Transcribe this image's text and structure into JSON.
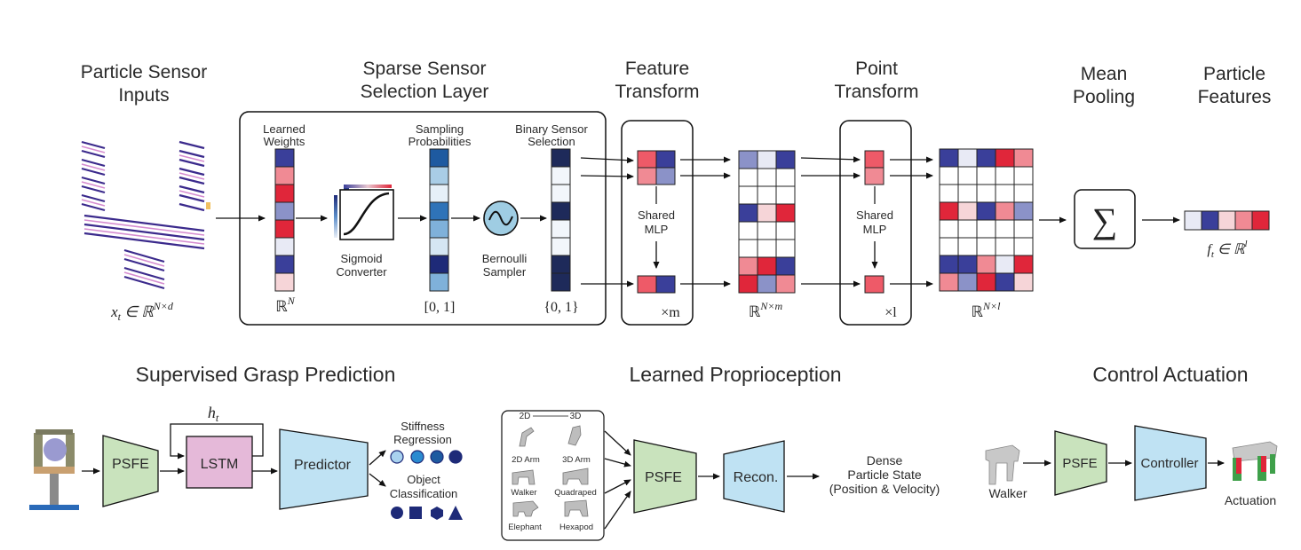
{
  "top": {
    "sections": {
      "particle_inputs": [
        "Particle Sensor",
        "Inputs"
      ],
      "sparse_layer": [
        "Sparse Sensor",
        "Selection Layer"
      ],
      "feature_transform": [
        "Feature",
        "Transform"
      ],
      "point_transform": [
        "Point",
        "Transform"
      ],
      "mean_pooling": [
        "Mean",
        "Pooling"
      ],
      "particle_features": [
        "Particle",
        "Features"
      ]
    },
    "columns": {
      "learned_weights": [
        "Learned",
        "Weights"
      ],
      "sampling_probabilities": [
        "Sampling",
        "Probabilities"
      ],
      "binary_selection": [
        "Binary Sensor",
        "Selection"
      ]
    },
    "components": {
      "sigmoid": [
        "Sigmoid",
        "Converter"
      ],
      "bernoulli": [
        "Bernoulli",
        "Sampler"
      ],
      "shared_mlp_1": [
        "Shared",
        "MLP"
      ],
      "shared_mlp_2": [
        "Shared",
        "MLP"
      ],
      "sum_symbol": "∑"
    },
    "math": {
      "input": "x_t ∈ ℝ^{N×d}",
      "input_parts": [
        "x",
        "t",
        " ∈ ℝ",
        "N×d"
      ],
      "weights_space": [
        "ℝ",
        "N"
      ],
      "prob_space": "[0, 1]",
      "binary_space": "{0, 1}",
      "times_m": "×m",
      "feature_space": [
        "ℝ",
        "N×m"
      ],
      "times_l": "×l",
      "point_space": [
        "ℝ",
        "N×l"
      ],
      "feature_output": [
        "f",
        "t",
        " ∈ ℝ",
        "l"
      ]
    }
  },
  "bottom": {
    "grasp": {
      "title": "Supervised Grasp Prediction",
      "psfe": "PSFE",
      "lstm": "LSTM",
      "hidden": [
        "h",
        "t"
      ],
      "predictor": "Predictor",
      "stiffness": [
        "Stiffness",
        "Regression"
      ],
      "object": [
        "Object",
        "Classification"
      ]
    },
    "proprio": {
      "title": "Learned Proprioception",
      "dims": [
        "2D",
        "3D"
      ],
      "robots": [
        "2D Arm",
        "3D Arm",
        "Walker",
        "Quadraped",
        "Elephant",
        "Hexapod"
      ],
      "psfe": "PSFE",
      "recon": "Recon.",
      "output": [
        "Dense",
        "Particle State",
        "(Position & Velocity)"
      ]
    },
    "control": {
      "title": "Control Actuation",
      "walker": "Walker",
      "psfe": "PSFE",
      "controller": "Controller",
      "actuation": "Actuation"
    }
  },
  "colors": {
    "psfe_green": "#c9e3bd",
    "predictor_blue": "#bfe2f3",
    "lstm_pink": "#e5b9d9",
    "navy": "#1e2a78",
    "mid_blue": "#2f73b8",
    "light_blue": "#a9cde6",
    "red": "#e0263a",
    "pink": "#f08a94",
    "lavender": "#8b92c8",
    "pale_pink": "#f6d5d8"
  }
}
